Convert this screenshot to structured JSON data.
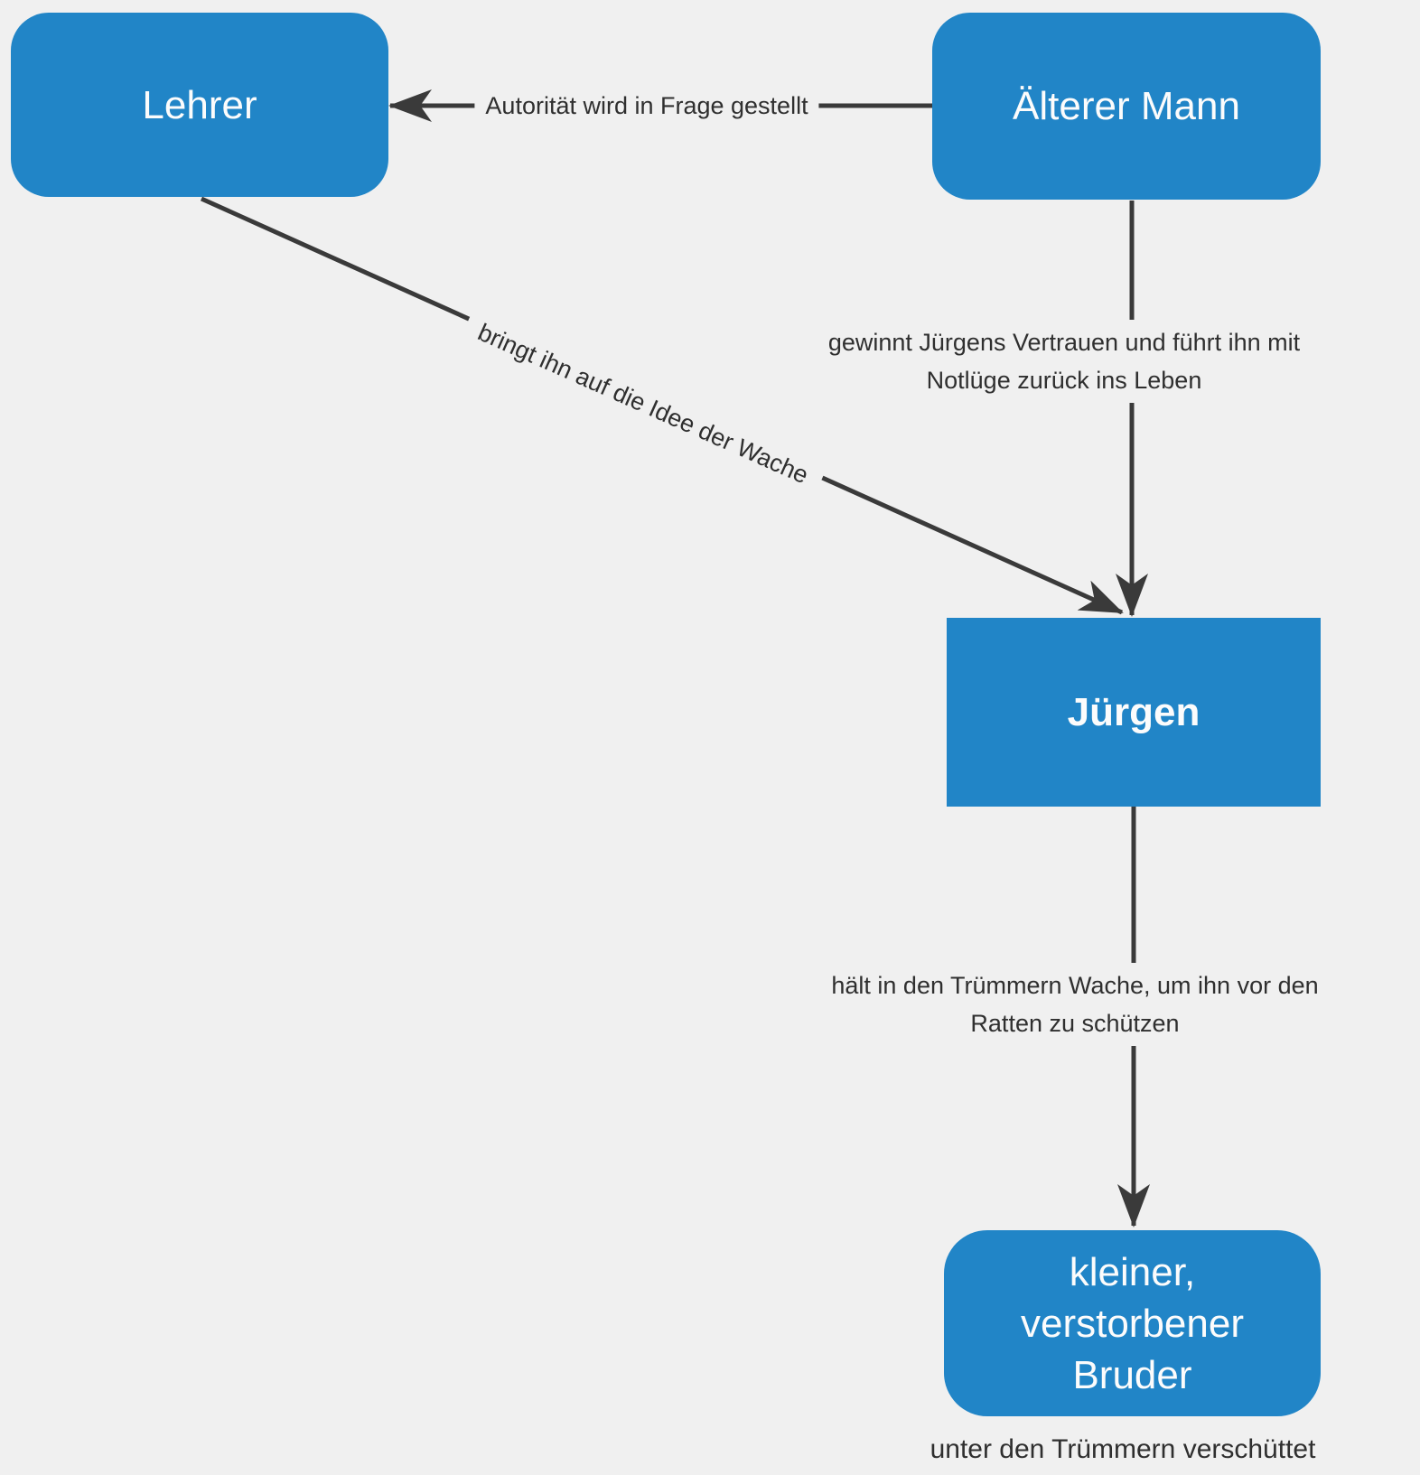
{
  "diagram": {
    "nodes": {
      "lehrer": {
        "label": "Lehrer"
      },
      "aelterer_mann": {
        "label": "Älterer Mann"
      },
      "juergen": {
        "label": "Jürgen"
      },
      "bruder": {
        "lines": [
          "kleiner,",
          "verstorbener",
          "Bruder"
        ],
        "note": "unter den Trümmern verschüttet"
      }
    },
    "edges": {
      "aelterer_to_lehrer": {
        "label": "Autorität wird in Frage gestellt"
      },
      "lehrer_to_juergen": {
        "label": "bringt ihn auf die Idee der Wache"
      },
      "aelterer_to_juergen": {
        "lines": [
          "gewinnt Jürgens Vertrauen und führt ihn mit",
          "Notlüge zurück ins Leben"
        ]
      },
      "juergen_to_bruder": {
        "lines": [
          "hält in den Trümmern Wache, um ihn vor den",
          "Ratten zu schützen"
        ]
      }
    }
  },
  "theme": {
    "background": "#f0f0f0",
    "node_fill": "#2185c7",
    "node_text": "#fcfcfc",
    "edge_color": "#3a3a3a",
    "label_text": "#2f2f2f"
  }
}
